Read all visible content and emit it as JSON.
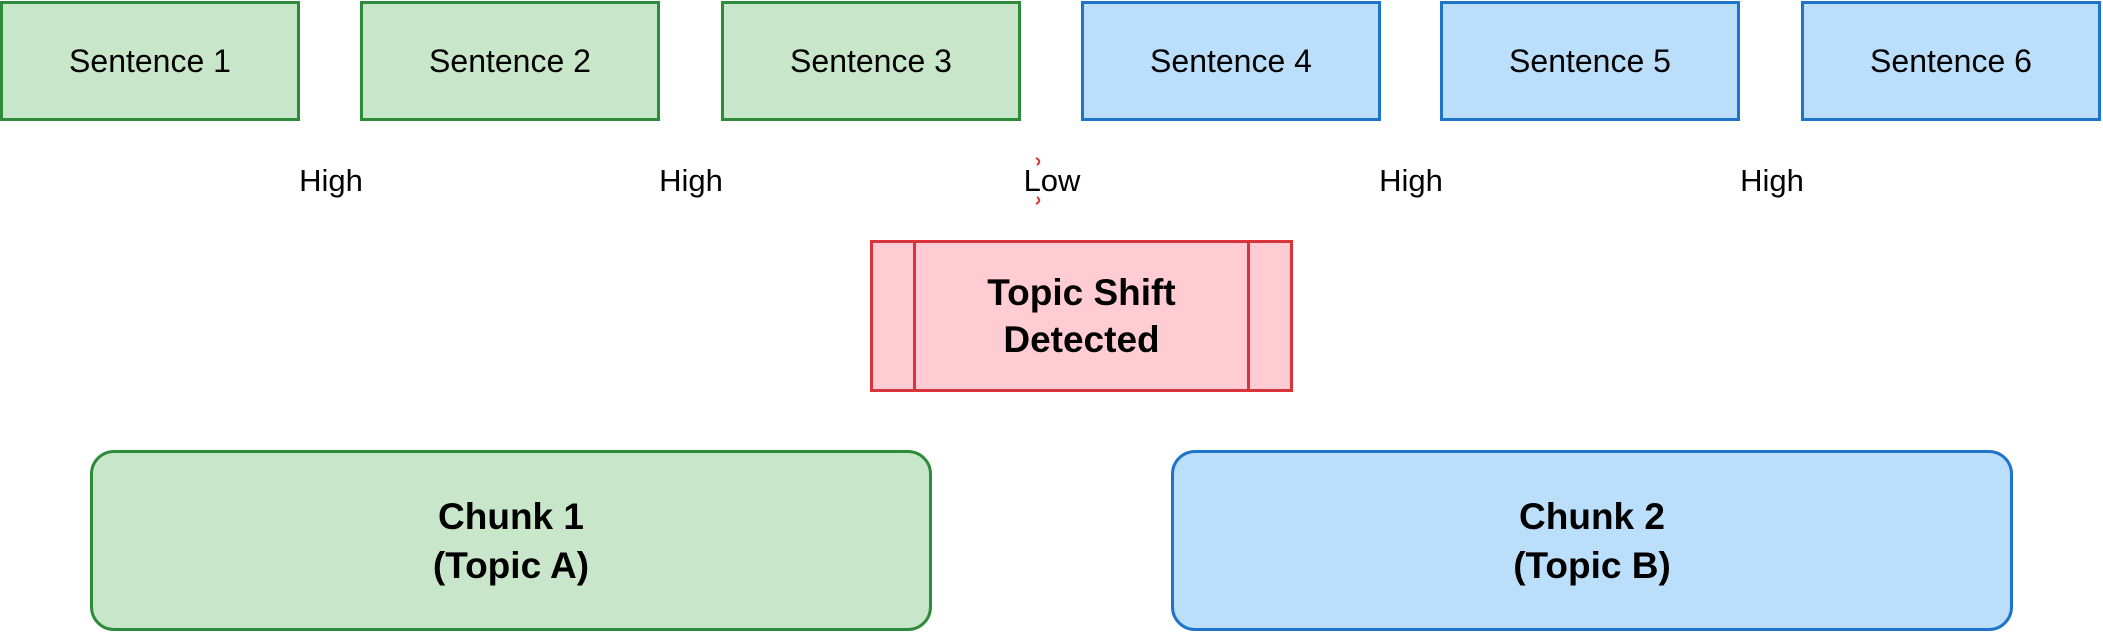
{
  "sentences": [
    {
      "label": "Sentence 1",
      "topic": "A"
    },
    {
      "label": "Sentence 2",
      "topic": "A"
    },
    {
      "label": "Sentence 3",
      "topic": "A"
    },
    {
      "label": "Sentence 4",
      "topic": "B"
    },
    {
      "label": "Sentence 5",
      "topic": "B"
    },
    {
      "label": "Sentence 6",
      "topic": "B"
    }
  ],
  "similarities": [
    "High",
    "High",
    "Low",
    "High",
    "High"
  ],
  "shift": {
    "line1": "Topic Shift",
    "line2": "Detected"
  },
  "chunks": [
    {
      "title": "Chunk 1",
      "topic": "(Topic A)"
    },
    {
      "title": "Chunk 2",
      "topic": "(Topic B)"
    }
  ],
  "colors": {
    "topic_a_fill": "#c8e6c9",
    "topic_a_stroke": "#2e8b3a",
    "topic_b_fill": "#bbdefb",
    "topic_b_stroke": "#1e74c8",
    "shift_fill": "#ffccd3",
    "shift_stroke": "#d9333b"
  }
}
